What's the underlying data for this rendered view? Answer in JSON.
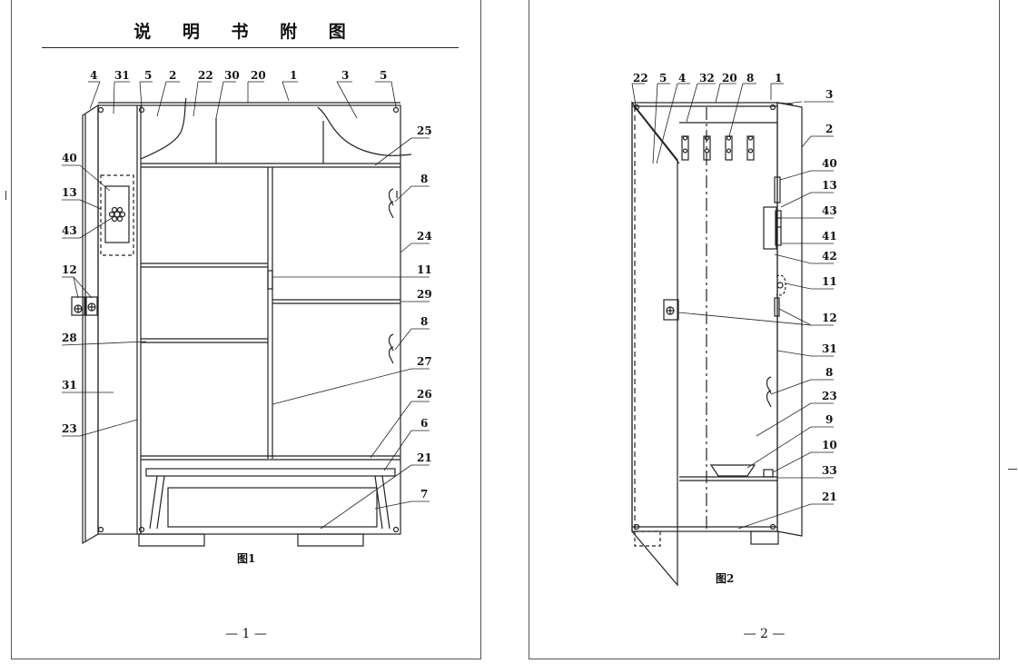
{
  "header": {
    "title": "说 明 书 附 图"
  },
  "figure1": {
    "caption": "图1",
    "top_labels": [
      "4",
      "31",
      "5",
      "2",
      "22",
      "30",
      "20",
      "1",
      "3",
      "5"
    ],
    "right_labels": [
      "25",
      "8",
      "24",
      "11",
      "29",
      "8",
      "27",
      "26",
      "6",
      "21",
      "7"
    ],
    "left_labels": [
      "40",
      "13",
      "43",
      "12",
      "28",
      "31",
      "23"
    ]
  },
  "figure2": {
    "caption": "图2",
    "top_labels": [
      "22",
      "5",
      "4",
      "32",
      "20",
      "8",
      "1"
    ],
    "right_labels": [
      "3",
      "2",
      "40",
      "13",
      "43",
      "41",
      "42",
      "11",
      "12",
      "31",
      "8",
      "23",
      "9",
      "10",
      "33",
      "21"
    ]
  },
  "footer": {
    "page1": "— 1 —",
    "page2": "— 2 —"
  }
}
